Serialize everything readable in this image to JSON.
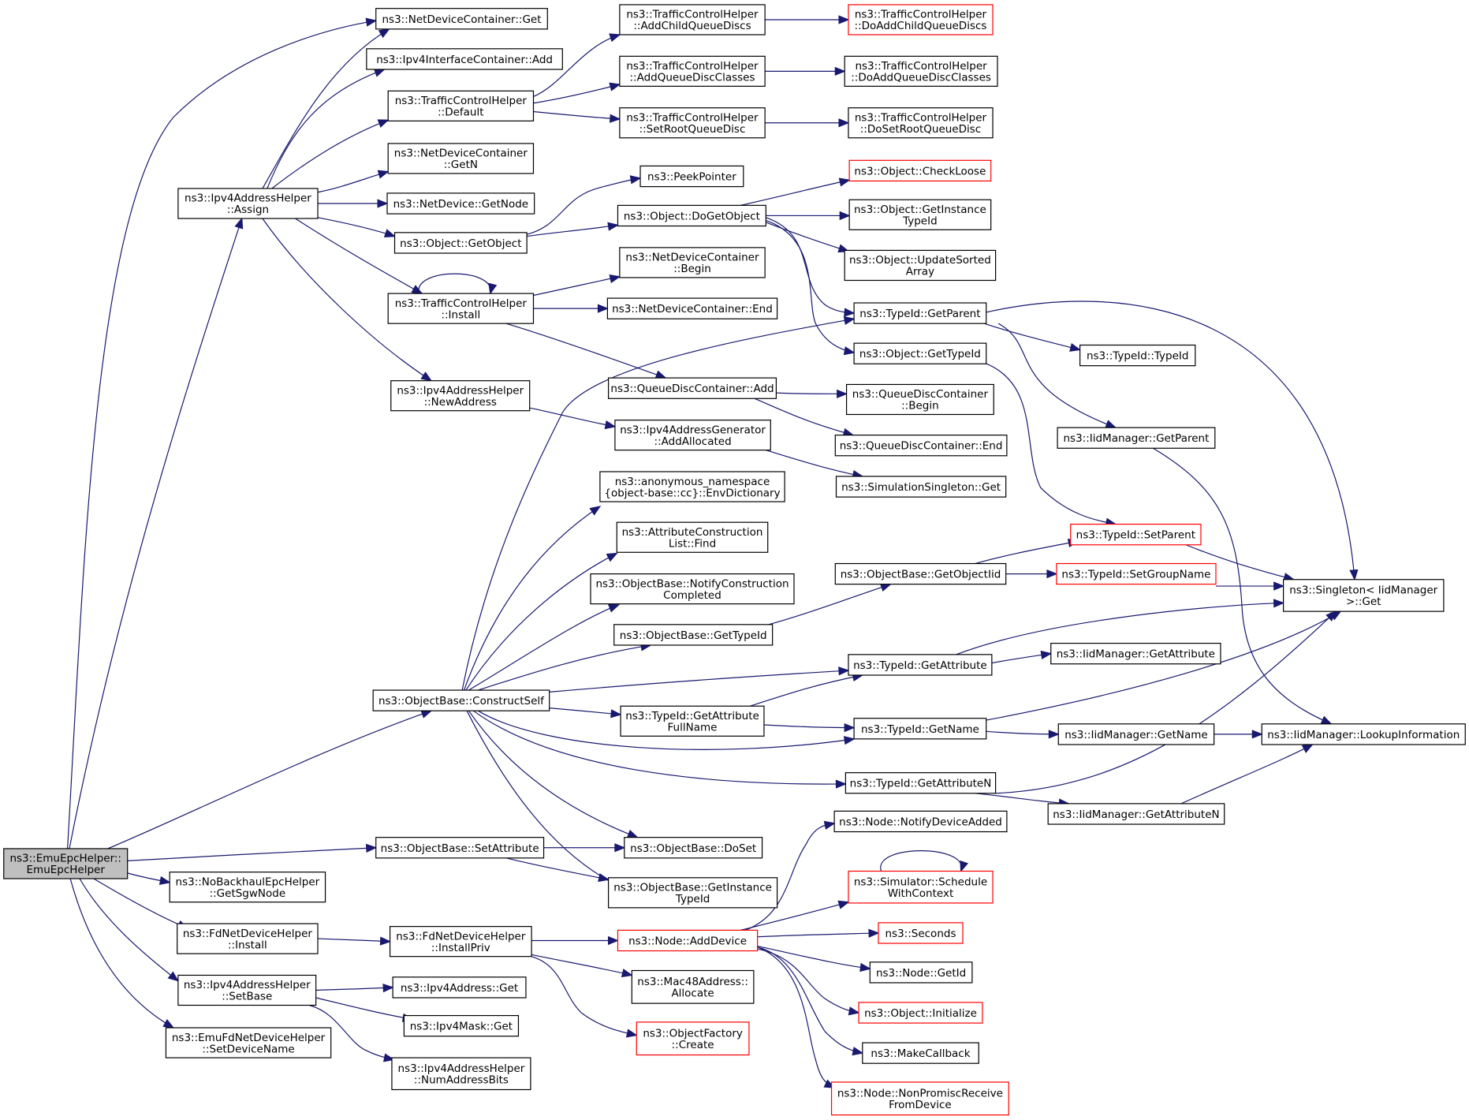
{
  "colors": {
    "edge": "#191970",
    "node_border": "#000000",
    "node_border_missing": "#ff0000",
    "root_fill": "#bfbfbf"
  },
  "nodes": [
    {
      "id": "root",
      "lines": [
        "ns3::EmuEpcHelper::",
        "EmuEpcHelper"
      ],
      "style": "root"
    },
    {
      "id": "ndc_get",
      "lines": [
        "ns3::NetDeviceContainer::Get"
      ]
    },
    {
      "id": "ipv4ic_add",
      "lines": [
        "ns3::Ipv4InterfaceContainer::Add"
      ]
    },
    {
      "id": "tch_default",
      "lines": [
        "ns3::TrafficControlHelper",
        "::Default"
      ]
    },
    {
      "id": "ndc_getn",
      "lines": [
        "ns3::NetDeviceContainer",
        "::GetN"
      ]
    },
    {
      "id": "ipv4ah_assign",
      "lines": [
        "ns3::Ipv4AddressHelper",
        "::Assign"
      ]
    },
    {
      "id": "nd_getnode",
      "lines": [
        "ns3::NetDevice::GetNode"
      ]
    },
    {
      "id": "obj_getobject",
      "lines": [
        "ns3::Object::GetObject"
      ]
    },
    {
      "id": "tch_install",
      "lines": [
        "ns3::TrafficControlHelper",
        "::Install"
      ]
    },
    {
      "id": "ipv4ah_newaddress",
      "lines": [
        "ns3::Ipv4AddressHelper",
        "::NewAddress"
      ]
    },
    {
      "id": "tch_addchild",
      "lines": [
        "ns3::TrafficControlHelper",
        "::AddChildQueueDiscs"
      ]
    },
    {
      "id": "tch_doaddchild",
      "lines": [
        "ns3::TrafficControlHelper",
        "::DoAddChildQueueDiscs"
      ],
      "style": "red"
    },
    {
      "id": "tch_addqdc",
      "lines": [
        "ns3::TrafficControlHelper",
        "::AddQueueDiscClasses"
      ]
    },
    {
      "id": "tch_doaddqdc",
      "lines": [
        "ns3::TrafficControlHelper",
        "::DoAddQueueDiscClasses"
      ]
    },
    {
      "id": "tch_setroot",
      "lines": [
        "ns3::TrafficControlHelper",
        "::SetRootQueueDisc"
      ]
    },
    {
      "id": "tch_dosetroot",
      "lines": [
        "ns3::TrafficControlHelper",
        "::DoSetRootQueueDisc"
      ]
    },
    {
      "id": "peekpointer",
      "lines": [
        "ns3::PeekPointer"
      ]
    },
    {
      "id": "obj_dogetobject",
      "lines": [
        "ns3::Object::DoGetObject"
      ]
    },
    {
      "id": "obj_checkloose",
      "lines": [
        "ns3::Object::CheckLoose"
      ],
      "style": "red"
    },
    {
      "id": "obj_getinstancetypeid",
      "lines": [
        "ns3::Object::GetInstance",
        "TypeId"
      ]
    },
    {
      "id": "obj_updatesorted",
      "lines": [
        "ns3::Object::UpdateSorted",
        "Array"
      ]
    },
    {
      "id": "ndc_begin",
      "lines": [
        "ns3::NetDeviceContainer",
        "::Begin"
      ]
    },
    {
      "id": "ndc_end",
      "lines": [
        "ns3::NetDeviceContainer::End"
      ]
    },
    {
      "id": "tid_getparent",
      "lines": [
        "ns3::TypeId::GetParent"
      ]
    },
    {
      "id": "tid_typeid",
      "lines": [
        "ns3::TypeId::TypeId"
      ]
    },
    {
      "id": "obj_gettypeid",
      "lines": [
        "ns3::Object::GetTypeId"
      ]
    },
    {
      "id": "qdc_add",
      "lines": [
        "ns3::QueueDiscContainer::Add"
      ]
    },
    {
      "id": "qdc_begin",
      "lines": [
        "ns3::QueueDiscContainer",
        "::Begin"
      ]
    },
    {
      "id": "qdc_end",
      "lines": [
        "ns3::QueueDiscContainer::End"
      ]
    },
    {
      "id": "iid_getparent",
      "lines": [
        "ns3::IidManager::GetParent"
      ]
    },
    {
      "id": "ipv4ag_addalloc",
      "lines": [
        "ns3::Ipv4AddressGenerator",
        "::AddAllocated"
      ]
    },
    {
      "id": "simsingleton_get",
      "lines": [
        "ns3::SimulationSingleton::Get"
      ]
    },
    {
      "id": "anon_envdict",
      "lines": [
        "ns3::anonymous_namespace",
        "{object-base::cc}::EnvDictionary"
      ]
    },
    {
      "id": "acl_find",
      "lines": [
        "ns3::AttributeConstruction",
        "List::Find"
      ]
    },
    {
      "id": "tid_setparent",
      "lines": [
        "ns3::TypeId::SetParent"
      ],
      "style": "red"
    },
    {
      "id": "ob_notify",
      "lines": [
        "ns3::ObjectBase::NotifyConstruction",
        "Completed"
      ]
    },
    {
      "id": "ob_getobjectiid",
      "lines": [
        "ns3::ObjectBase::GetObjectIid"
      ]
    },
    {
      "id": "tid_setgroupname",
      "lines": [
        "ns3::TypeId::SetGroupName"
      ],
      "style": "red"
    },
    {
      "id": "singleton_get",
      "lines": [
        "ns3::Singleton< IidManager",
        ">::Get"
      ]
    },
    {
      "id": "ob_gettypeid",
      "lines": [
        "ns3::ObjectBase::GetTypeId"
      ]
    },
    {
      "id": "iid_getattribute",
      "lines": [
        "ns3::IidManager::GetAttribute"
      ]
    },
    {
      "id": "tid_getattribute",
      "lines": [
        "ns3::TypeId::GetAttribute"
      ]
    },
    {
      "id": "ob_constructself",
      "lines": [
        "ns3::ObjectBase::ConstructSelf"
      ]
    },
    {
      "id": "tid_getattrfullname",
      "lines": [
        "ns3::TypeId::GetAttribute",
        "FullName"
      ]
    },
    {
      "id": "tid_getname",
      "lines": [
        "ns3::TypeId::GetName"
      ]
    },
    {
      "id": "iid_getname",
      "lines": [
        "ns3::IidManager::GetName"
      ]
    },
    {
      "id": "iid_lookup",
      "lines": [
        "ns3::IidManager::LookupInformation"
      ]
    },
    {
      "id": "tid_getattributen",
      "lines": [
        "ns3::TypeId::GetAttributeN"
      ]
    },
    {
      "id": "iid_getattributen",
      "lines": [
        "ns3::IidManager::GetAttributeN"
      ]
    },
    {
      "id": "node_notifydevice",
      "lines": [
        "ns3::Node::NotifyDeviceAdded"
      ]
    },
    {
      "id": "ob_setattribute",
      "lines": [
        "ns3::ObjectBase::SetAttribute"
      ]
    },
    {
      "id": "ob_doset",
      "lines": [
        "ns3::ObjectBase::DoSet"
      ]
    },
    {
      "id": "nobackhaul_getsgw",
      "lines": [
        "ns3::NoBackhaulEpcHelper",
        "::GetSgwNode"
      ]
    },
    {
      "id": "ob_getinstancetypeid",
      "lines": [
        "ns3::ObjectBase::GetInstance",
        "TypeId"
      ]
    },
    {
      "id": "sim_schedulectx",
      "lines": [
        "ns3::Simulator::Schedule",
        "WithContext"
      ],
      "style": "red"
    },
    {
      "id": "fdndh_install",
      "lines": [
        "ns3::FdNetDeviceHelper",
        "::Install"
      ]
    },
    {
      "id": "fdndh_installpriv",
      "lines": [
        "ns3::FdNetDeviceHelper",
        "::InstallPriv"
      ]
    },
    {
      "id": "node_adddevice",
      "lines": [
        "ns3::Node::AddDevice"
      ],
      "style": "red"
    },
    {
      "id": "seconds",
      "lines": [
        "ns3::Seconds"
      ],
      "style": "red"
    },
    {
      "id": "node_getid",
      "lines": [
        "ns3::Node::GetId"
      ]
    },
    {
      "id": "mac48_allocate",
      "lines": [
        "ns3::Mac48Address::",
        "Allocate"
      ]
    },
    {
      "id": "ipv4ah_setbase",
      "lines": [
        "ns3::Ipv4AddressHelper",
        "::SetBase"
      ]
    },
    {
      "id": "ipv4addr_get",
      "lines": [
        "ns3::Ipv4Address::Get"
      ]
    },
    {
      "id": "obj_initialize",
      "lines": [
        "ns3::Object::Initialize"
      ],
      "style": "red"
    },
    {
      "id": "ipv4mask_get",
      "lines": [
        "ns3::Ipv4Mask::Get"
      ]
    },
    {
      "id": "objfactory_create",
      "lines": [
        "ns3::ObjectFactory",
        "::Create"
      ],
      "style": "red"
    },
    {
      "id": "emufdndh_setdev",
      "lines": [
        "ns3::EmuFdNetDeviceHelper",
        "::SetDeviceName"
      ]
    },
    {
      "id": "makecallback",
      "lines": [
        "ns3::MakeCallback"
      ]
    },
    {
      "id": "ipv4ah_numaddrbits",
      "lines": [
        "ns3::Ipv4AddressHelper",
        "::NumAddressBits"
      ]
    },
    {
      "id": "node_nonpromisc",
      "lines": [
        "ns3::Node::NonPromiscReceive",
        "FromDevice"
      ],
      "style": "red"
    }
  ],
  "edges": [
    [
      "root",
      "ipv4ah_assign"
    ],
    [
      "root",
      "ndc_get"
    ],
    [
      "root",
      "ob_constructself"
    ],
    [
      "root",
      "ob_setattribute"
    ],
    [
      "root",
      "nobackhaul_getsgw"
    ],
    [
      "root",
      "fdndh_install"
    ],
    [
      "root",
      "ipv4ah_setbase"
    ],
    [
      "root",
      "emufdndh_setdev"
    ],
    [
      "ipv4ah_assign",
      "ndc_get"
    ],
    [
      "ipv4ah_assign",
      "ipv4ic_add"
    ],
    [
      "ipv4ah_assign",
      "tch_default"
    ],
    [
      "ipv4ah_assign",
      "ndc_getn"
    ],
    [
      "ipv4ah_assign",
      "nd_getnode"
    ],
    [
      "ipv4ah_assign",
      "obj_getobject"
    ],
    [
      "ipv4ah_assign",
      "tch_install"
    ],
    [
      "ipv4ah_assign",
      "ipv4ah_newaddress"
    ],
    [
      "tch_default",
      "tch_addchild"
    ],
    [
      "tch_default",
      "tch_addqdc"
    ],
    [
      "tch_default",
      "tch_setroot"
    ],
    [
      "tch_addchild",
      "tch_doaddchild"
    ],
    [
      "tch_addqdc",
      "tch_doaddqdc"
    ],
    [
      "tch_setroot",
      "tch_dosetroot"
    ],
    [
      "obj_getobject",
      "peekpointer"
    ],
    [
      "obj_getobject",
      "obj_dogetobject"
    ],
    [
      "obj_dogetobject",
      "obj_checkloose"
    ],
    [
      "obj_dogetobject",
      "obj_getinstancetypeid"
    ],
    [
      "obj_dogetobject",
      "obj_updatesorted"
    ],
    [
      "obj_dogetobject",
      "tid_getparent"
    ],
    [
      "obj_dogetobject",
      "obj_gettypeid"
    ],
    [
      "tch_install",
      "tch_install"
    ],
    [
      "tch_install",
      "ndc_begin"
    ],
    [
      "tch_install",
      "ndc_end"
    ],
    [
      "tch_install",
      "qdc_add"
    ],
    [
      "ipv4ah_newaddress",
      "ipv4ag_addalloc"
    ],
    [
      "qdc_add",
      "qdc_begin"
    ],
    [
      "qdc_add",
      "qdc_end"
    ],
    [
      "ipv4ag_addalloc",
      "simsingleton_get"
    ],
    [
      "tid_getparent",
      "tid_typeid"
    ],
    [
      "tid_getparent",
      "iid_getparent"
    ],
    [
      "tid_getparent",
      "singleton_get"
    ],
    [
      "obj_gettypeid",
      "tid_setparent"
    ],
    [
      "iid_getparent",
      "iid_lookup"
    ],
    [
      "tid_setparent",
      "singleton_get"
    ],
    [
      "tid_setgroupname",
      "singleton_get"
    ],
    [
      "ob_getobjectiid",
      "tid_setparent"
    ],
    [
      "ob_getobjectiid",
      "tid_setgroupname"
    ],
    [
      "ob_gettypeid",
      "ob_getobjectiid"
    ],
    [
      "ob_constructself",
      "tid_getparent"
    ],
    [
      "ob_constructself",
      "anon_envdict"
    ],
    [
      "ob_constructself",
      "acl_find"
    ],
    [
      "ob_constructself",
      "ob_notify"
    ],
    [
      "ob_constructself",
      "ob_gettypeid"
    ],
    [
      "ob_constructself",
      "tid_getattribute"
    ],
    [
      "ob_constructself",
      "tid_getattrfullname"
    ],
    [
      "ob_constructself",
      "tid_getname"
    ],
    [
      "ob_constructself",
      "tid_getattributen"
    ],
    [
      "ob_constructself",
      "ob_doset"
    ],
    [
      "ob_constructself",
      "ob_getinstancetypeid"
    ],
    [
      "tid_getattribute",
      "singleton_get"
    ],
    [
      "tid_getattribute",
      "iid_getattribute"
    ],
    [
      "tid_getattrfullname",
      "tid_getattribute"
    ],
    [
      "tid_getattrfullname",
      "tid_getname"
    ],
    [
      "tid_getname",
      "singleton_get"
    ],
    [
      "tid_getname",
      "iid_getname"
    ],
    [
      "iid_getname",
      "iid_lookup"
    ],
    [
      "tid_getattributen",
      "singleton_get"
    ],
    [
      "tid_getattributen",
      "iid_getattributen"
    ],
    [
      "iid_getattributen",
      "iid_lookup"
    ],
    [
      "ob_setattribute",
      "ob_doset"
    ],
    [
      "ob_setattribute",
      "ob_getinstancetypeid"
    ],
    [
      "fdndh_install",
      "fdndh_installpriv"
    ],
    [
      "fdndh_installpriv",
      "node_adddevice"
    ],
    [
      "fdndh_installpriv",
      "mac48_allocate"
    ],
    [
      "fdndh_installpriv",
      "objfactory_create"
    ],
    [
      "node_adddevice",
      "node_notifydevice"
    ],
    [
      "node_adddevice",
      "sim_schedulectx"
    ],
    [
      "node_adddevice",
      "seconds"
    ],
    [
      "node_adddevice",
      "node_getid"
    ],
    [
      "node_adddevice",
      "obj_initialize"
    ],
    [
      "node_adddevice",
      "makecallback"
    ],
    [
      "node_adddevice",
      "node_nonpromisc"
    ],
    [
      "sim_schedulectx",
      "sim_schedulectx"
    ],
    [
      "ipv4ah_setbase",
      "ipv4addr_get"
    ],
    [
      "ipv4ah_setbase",
      "ipv4mask_get"
    ],
    [
      "ipv4ah_setbase",
      "ipv4ah_numaddrbits"
    ]
  ]
}
